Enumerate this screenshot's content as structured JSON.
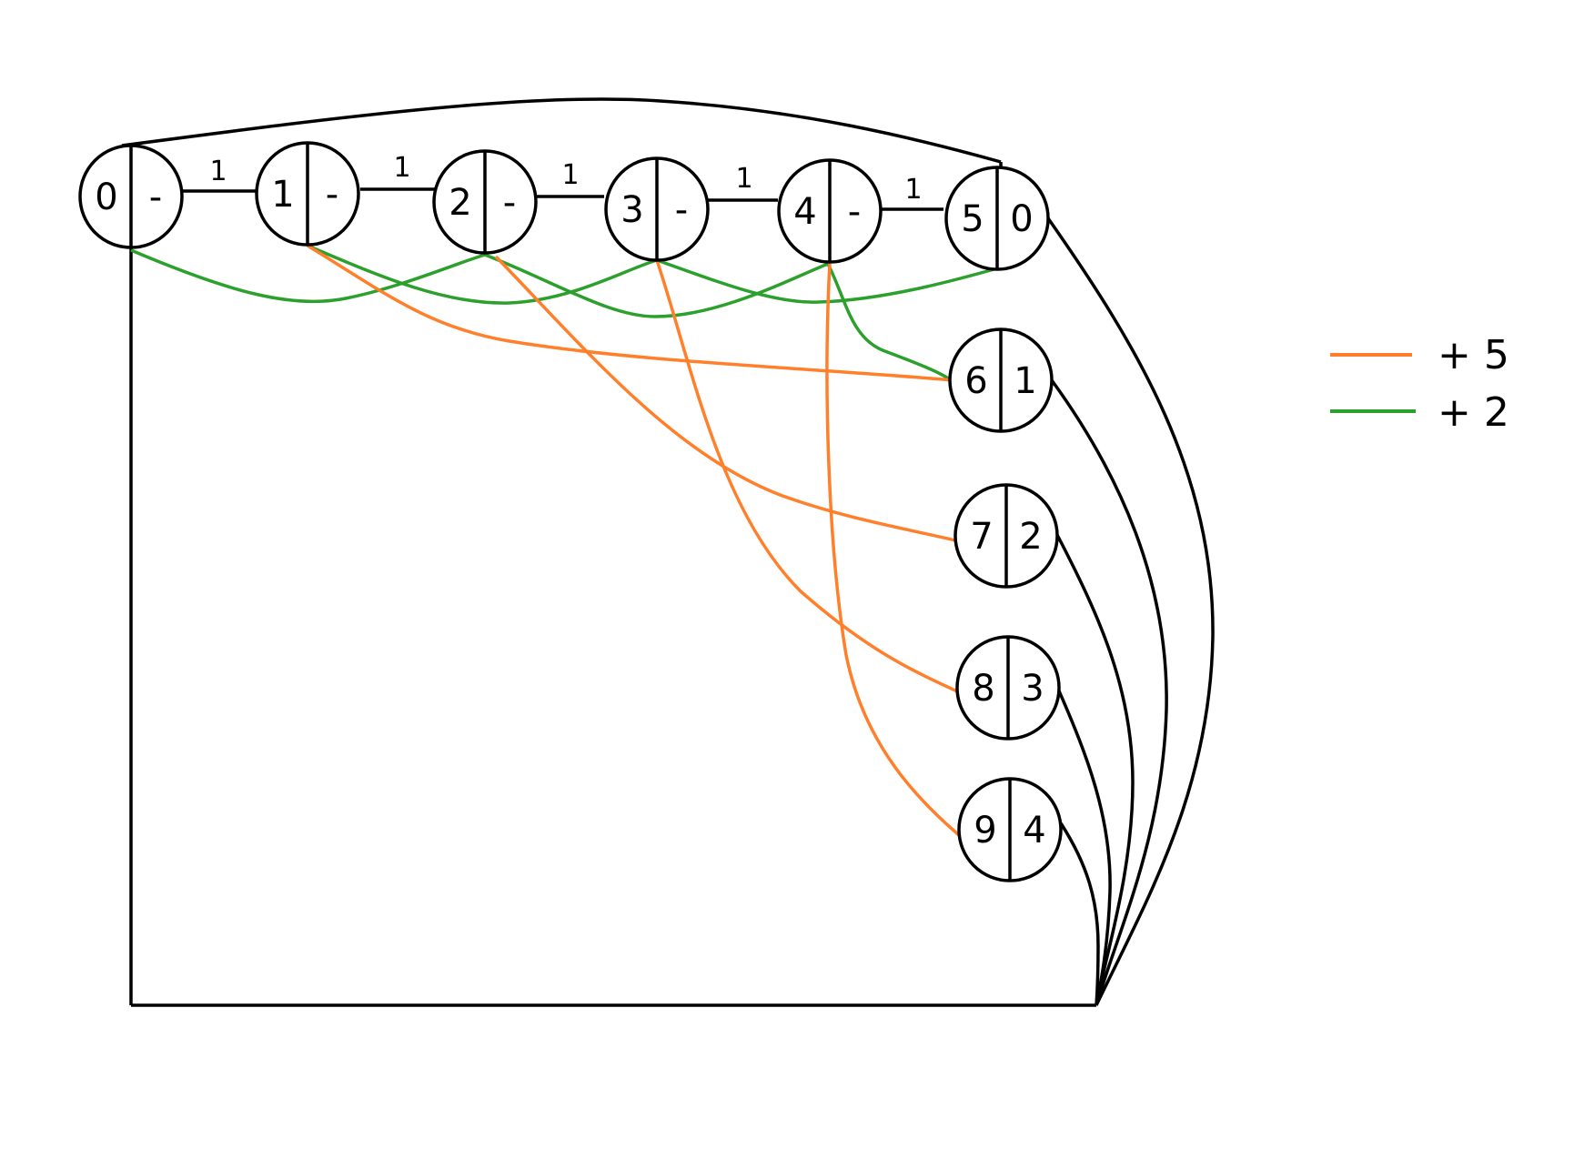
{
  "colors": {
    "orange": "#ff7f2a",
    "green": "#2ca02c",
    "black": "#000000"
  },
  "nodes": [
    {
      "id": "0",
      "value": "-"
    },
    {
      "id": "1",
      "value": "-"
    },
    {
      "id": "2",
      "value": "-"
    },
    {
      "id": "3",
      "value": "-"
    },
    {
      "id": "4",
      "value": "-"
    },
    {
      "id": "5",
      "value": "0"
    },
    {
      "id": "6",
      "value": "1"
    },
    {
      "id": "7",
      "value": "2"
    },
    {
      "id": "8",
      "value": "3"
    },
    {
      "id": "9",
      "value": "4"
    }
  ],
  "chain_edge_labels": [
    "1",
    "1",
    "1",
    "1",
    "1"
  ],
  "legend": [
    {
      "label": "+ 5",
      "color": "#ff7f2a"
    },
    {
      "label": "+ 2",
      "color": "#2ca02c"
    }
  ]
}
